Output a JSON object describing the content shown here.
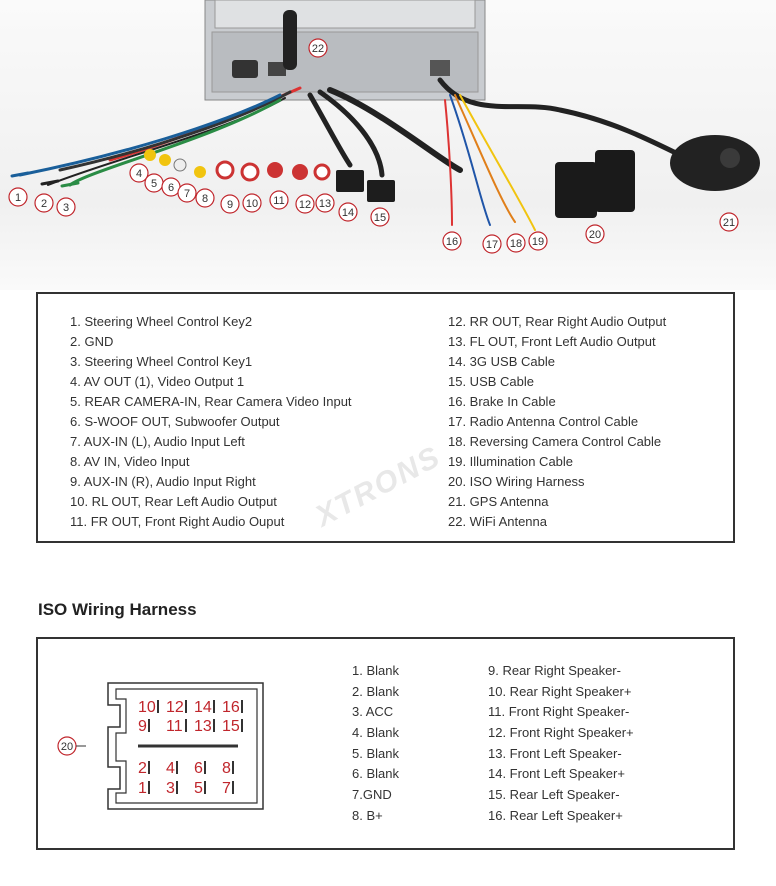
{
  "diagram_callouts": [
    "1",
    "2",
    "3",
    "4",
    "5",
    "6",
    "7",
    "8",
    "9",
    "10",
    "11",
    "12",
    "13",
    "14",
    "15",
    "16",
    "17",
    "18",
    "19",
    "20",
    "21",
    "22"
  ],
  "legend_left": [
    "1. Steering Wheel Control Key2",
    "2. GND",
    "3. Steering Wheel Control Key1",
    "4. AV OUT (1), Video Output 1",
    "5. REAR CAMERA-IN, Rear Camera Video Input",
    "6. S-WOOF OUT, Subwoofer Output",
    "7. AUX-IN (L), Audio Input Left",
    "8. AV IN, Video Input",
    "9. AUX-IN (R), Audio Input Right",
    "10. RL OUT, Rear Left Audio Output",
    "11. FR OUT, Front Right Audio Ouput"
  ],
  "legend_right": [
    "12. RR OUT, Rear Right Audio Output",
    "13. FL OUT, Front Left Audio Output",
    "14. 3G USB Cable",
    "15. USB Cable",
    "16. Brake In Cable",
    "17. Radio Antenna Control Cable",
    "18. Reversing Camera Control Cable",
    "19. Illumination Cable",
    "20. ISO Wiring Harness",
    "21. GPS Antenna",
    "22. WiFi Antenna"
  ],
  "iso_section": {
    "title": "ISO Wiring Harness",
    "connector_label": "20",
    "pins_row1": [
      "10",
      "12",
      "14",
      "16"
    ],
    "pins_row2": [
      "9",
      "11",
      "13",
      "15"
    ],
    "pins_row3": [
      "2",
      "4",
      "6",
      "8"
    ],
    "pins_row4": [
      "1",
      "3",
      "5",
      "7"
    ],
    "list_left": [
      "1. Blank",
      "2. Blank",
      "3. ACC",
      "4. Blank",
      "5. Blank",
      "6. Blank",
      "7.GND",
      "8. B+"
    ],
    "list_right": [
      "9. Rear Right Speaker-",
      "10. Rear Right Speaker+",
      "11. Front Right Speaker-",
      "12. Front Right Speaker+",
      "13. Front Left Speaker-",
      "14. Front Left Speaker+",
      "15. Rear Left Speaker-",
      "16. Rear Left Speaker+"
    ]
  }
}
